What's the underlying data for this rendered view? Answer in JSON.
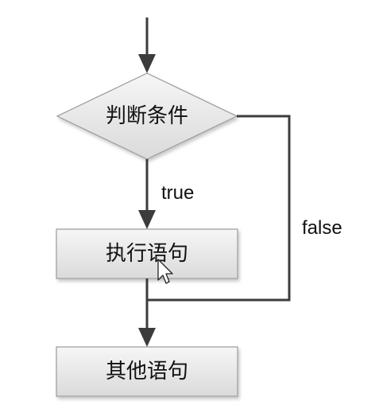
{
  "nodes": {
    "condition": "判断条件",
    "statement": "执行语句",
    "other": "其他语句"
  },
  "edges": {
    "true_label": "true",
    "false_label": "false"
  }
}
